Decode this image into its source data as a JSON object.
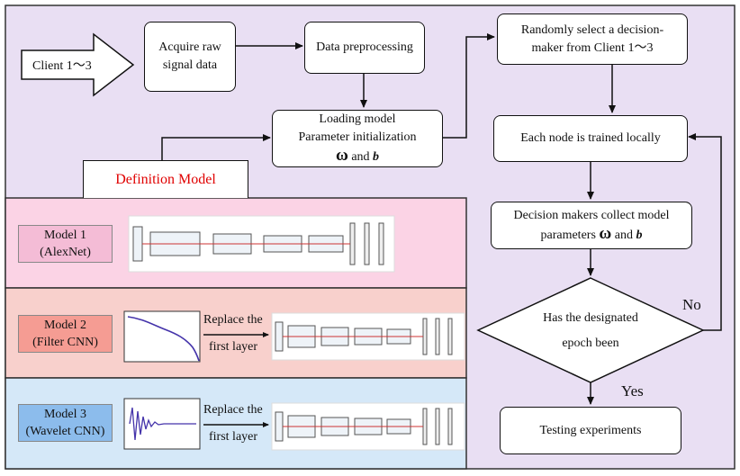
{
  "client_label": "Client 1～3",
  "nodes": {
    "acquire_line1": "Acquire raw",
    "acquire_line2": "signal data",
    "preprocess": "Data preprocessing",
    "loading_line1": "Loading model",
    "loading_line2": "Parameter initialization",
    "omega": "ω",
    "and_word": "and",
    "b": "b",
    "random_line1": "Randomly select a decision-",
    "random_line2": "maker from Client 1～3",
    "trained": "Each node is trained locally",
    "collect_line1": "Decision makers collect model",
    "collect_line2": "parameters",
    "decision_line1": "Has the designated",
    "decision_line2": "epoch been",
    "testing": "Testing experiments",
    "definition": "Definition Model"
  },
  "branches": {
    "no": "No",
    "yes": "Yes"
  },
  "models": [
    {
      "line1": "Model 1",
      "line2": "(AlexNet)"
    },
    {
      "line1": "Model 2",
      "line2": "(Filter CNN)"
    },
    {
      "line1": "Model 3",
      "line2": "(Wavelet CNN)"
    }
  ],
  "replace": {
    "line1": "Replace the",
    "line2": "first layer"
  },
  "colors": {
    "lavender": "#e9dff3",
    "definition_text": "#e00000",
    "model1_band": "#fbd3e5",
    "model1_tag": "#f4bcd6",
    "model2_band": "#f8d0cc",
    "model2_tag": "#f59c93",
    "model3_band": "#d5e8f8",
    "model3_tag": "#8cbcec"
  }
}
